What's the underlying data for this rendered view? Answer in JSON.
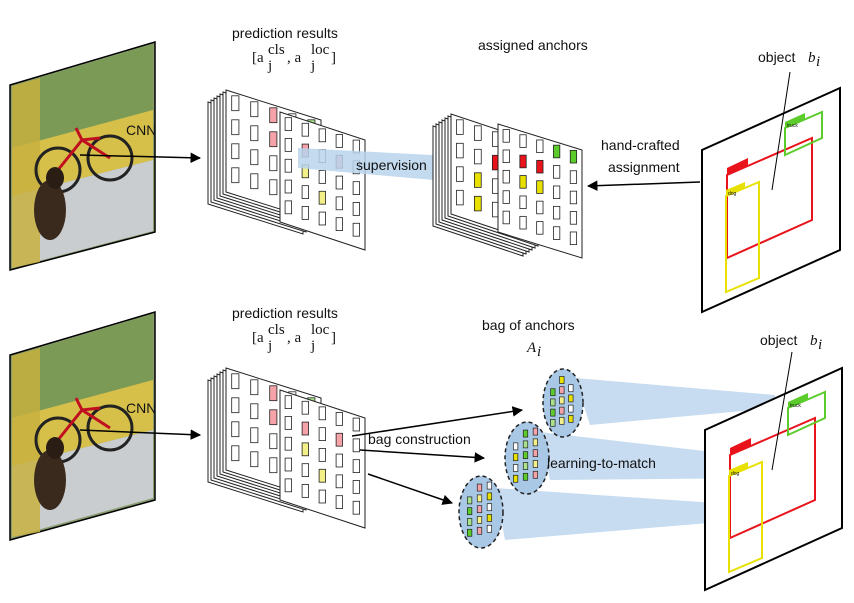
{
  "top": {
    "cnn": "CNN",
    "prediction_title": "prediction results",
    "prediction_formula": {
      "open": "[a",
      "sup1": "cls",
      "sub1": "j",
      "mid": ",  a",
      "sup2": "loc",
      "sub2": "j",
      "close": "]"
    },
    "supervision": "supervision",
    "assigned_title": "assigned anchors",
    "handcrafted_line1": "hand-crafted",
    "handcrafted_line2": "assignment",
    "object_label": "object",
    "object_symbol": "b",
    "object_sub": "i",
    "box_labels": {
      "truck": "truck",
      "dog": "dog"
    }
  },
  "bottom": {
    "cnn": "CNN",
    "prediction_title": "prediction results",
    "prediction_formula": {
      "open": "[a",
      "sup1": "cls",
      "sub1": "j",
      "mid": ",  a",
      "sup2": "loc",
      "sub2": "j",
      "close": "]"
    },
    "bag_title": "bag of anchors",
    "bag_symbol": "A",
    "bag_sub": "i",
    "bag_construction": "bag construction",
    "learning_to_match": "learning-to-match",
    "object_label": "object",
    "object_symbol": "b",
    "object_sub": "i",
    "box_labels": {
      "truck": "truck",
      "dog": "dog"
    }
  },
  "colors": {
    "red": "#e8131b",
    "yellow": "#e8e000",
    "green": "#5ccc2c",
    "pink": "#f5a3a8",
    "light_yellow": "#f3f08a",
    "light_green": "#a8e38c",
    "supervision_blue": "#b9d3ec",
    "bag_fill": "#a9c8e6"
  }
}
